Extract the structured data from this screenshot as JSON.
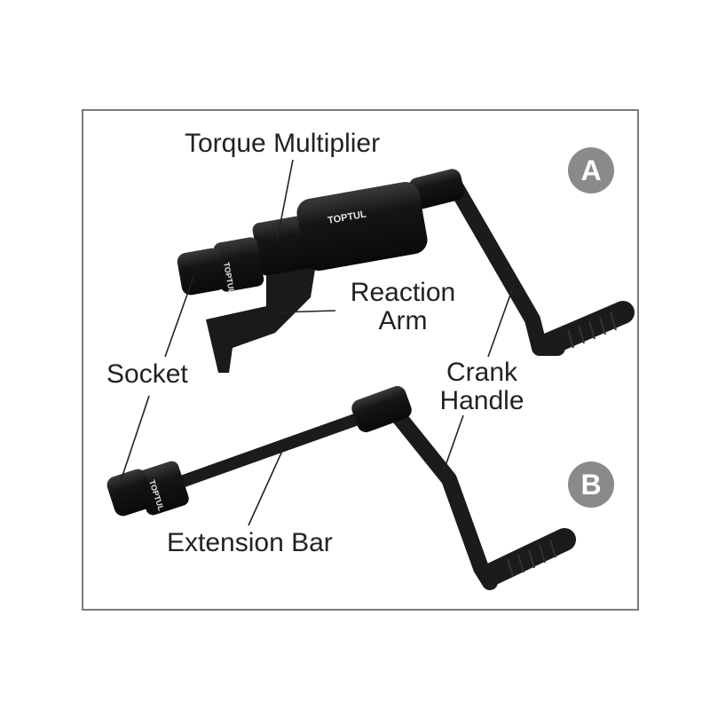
{
  "labels": {
    "torque_multiplier": "Torque Multiplier",
    "reaction_arm_line1": "Reaction",
    "reaction_arm_line2": "Arm",
    "socket": "Socket",
    "crank_handle_line1": "Crank",
    "crank_handle_line2": "Handle",
    "extension_bar": "Extension Bar"
  },
  "badges": {
    "a": "A",
    "b": "B"
  },
  "brand": {
    "logo_text": "TOPTUL"
  },
  "colors": {
    "tool": "#1b1b1b",
    "badge": "#8a8a8a",
    "frame": "#7a7a7a",
    "text": "#222222"
  }
}
